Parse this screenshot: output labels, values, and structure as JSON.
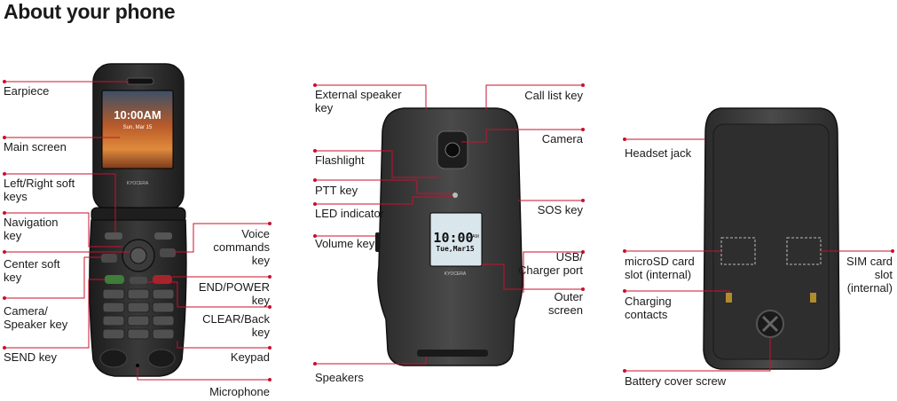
{
  "title": "About your phone",
  "colors": {
    "callout": "#c8102e",
    "body": "#2b2b2b",
    "text": "#1a1a1a"
  },
  "phone_front": {
    "screen_time": "10:00AM",
    "screen_date": "Sun, Mar 15",
    "brand": "KYOCERA",
    "labels": {
      "earpiece": "Earpiece",
      "main_screen": "Main screen",
      "left_right_soft_keys": "Left/Right soft\nkeys",
      "navigation_key": "Navigation\nkey",
      "center_soft_key": "Center soft\nkey",
      "camera_speaker_key": "Camera/\nSpeaker key",
      "send_key": "SEND key",
      "voice_commands_key": "Voice\ncommands\nkey",
      "end_power_key": "END/POWER\nkey",
      "clear_back_key": "CLEAR/Back\nkey",
      "keypad": "Keypad",
      "microphone": "Microphone"
    }
  },
  "phone_closed": {
    "outer_time": "10:00",
    "outer_ampm": "AM",
    "outer_date": "Tue,Mar15",
    "brand": "KYOCERA",
    "labels": {
      "external_speaker_key": "External speaker\nkey",
      "flashlight": "Flashlight",
      "ptt_key": "PTT key",
      "led_indicator": "LED indicator",
      "volume_keys": "Volume keys",
      "speakers": "Speakers",
      "call_list_key": "Call list key",
      "camera": "Camera",
      "sos_key": "SOS key",
      "usb_charger_port": "USB/\nCharger port",
      "outer_screen": "Outer\nscreen"
    }
  },
  "phone_back": {
    "labels": {
      "headset_jack": "Headset jack",
      "microsd_card_slot": "microSD card\nslot (internal)",
      "charging_contacts": "Charging\ncontacts",
      "battery_cover_screw": "Battery cover screw",
      "sim_card_slot": "SIM card\nslot\n(internal)"
    }
  }
}
